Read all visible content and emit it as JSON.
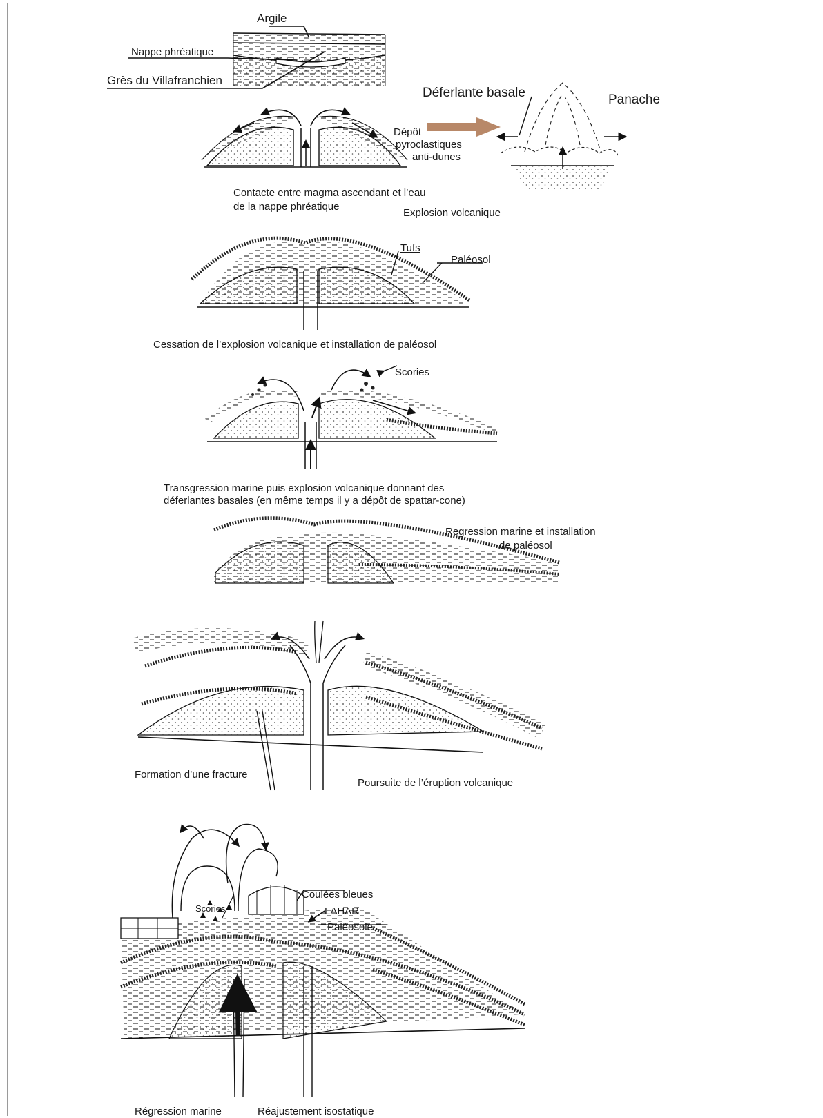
{
  "panels": [
    {
      "labels": {
        "argile": "Argile",
        "nappe": "Nappe phréatique",
        "gres": "Grès du Villafranchien"
      }
    },
    {
      "labels": {
        "depot_line1": "Dépôt",
        "depot_line2": "pyroclastiques",
        "depot_line3": "anti-dunes",
        "deferlante": "Déferlante basale",
        "panache": "Panache",
        "contact_line1": "Contacte entre magma ascendant et l’eau",
        "contact_line2": "de la nappe phréatique",
        "explosion": "Explosion volcanique"
      },
      "arrow_color": "#b88868"
    },
    {
      "labels": {
        "tufs": "Tufs",
        "paleosol": "Paléosol",
        "caption": "Cessation de l’explosion volcanique et installation de paléosol"
      }
    },
    {
      "labels": {
        "scories": "Scories",
        "caption_line1": "Transgression marine puis explosion volcanique donnant des",
        "caption_line2": "déferlantes basales (en même temps il y a dépôt de spattar-cone)"
      }
    },
    {
      "labels": {
        "caption_line1": "Regression marine et installation",
        "caption_line2": "de paléosol"
      }
    },
    {
      "labels": {
        "fracture": "Formation d’une fracture",
        "eruption": "Poursuite de l’éruption volcanique"
      }
    },
    {
      "labels": {
        "coulees": "Coulées bleues",
        "lahar": "LAHAR",
        "paleosole": "Paléosole",
        "scories": "Scories",
        "regression": "Régression marine",
        "reajustement": "Réajustement isostatique"
      }
    }
  ]
}
